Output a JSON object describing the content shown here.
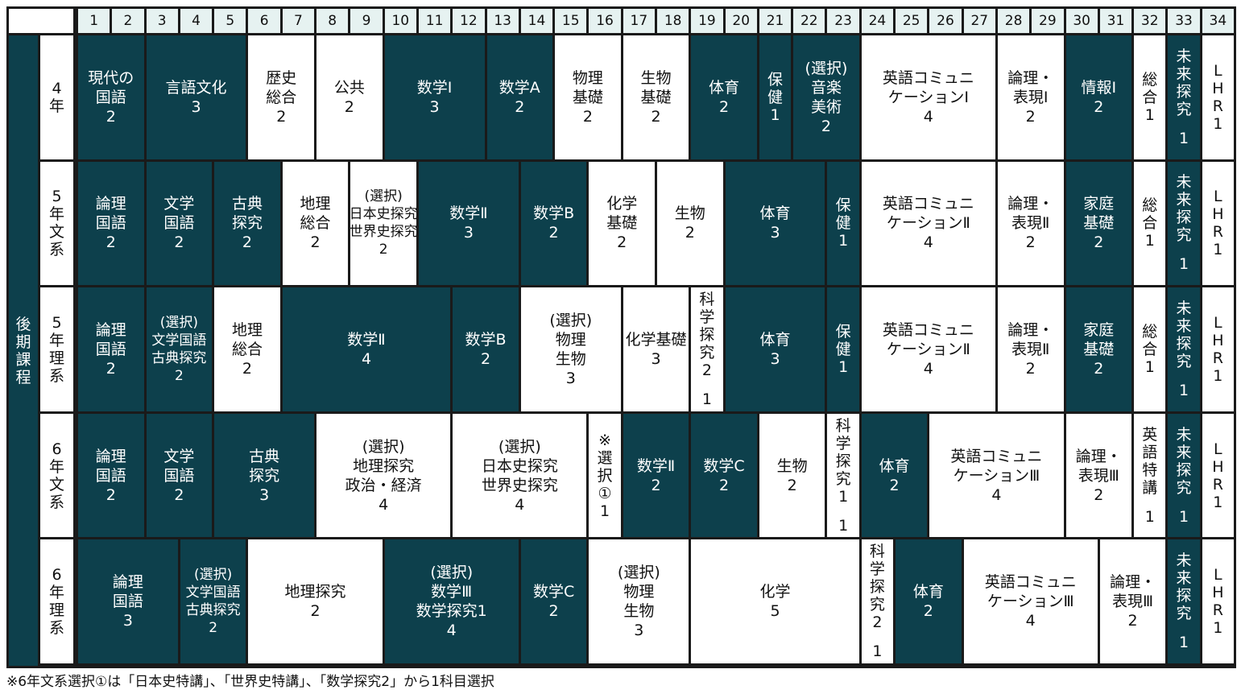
{
  "corner": "",
  "period_numbers": [
    "1",
    "2",
    "3",
    "4",
    "5",
    "6",
    "7",
    "8",
    "9",
    "10",
    "11",
    "12",
    "13",
    "14",
    "15",
    "16",
    "17",
    "18",
    "19",
    "20",
    "21",
    "22",
    "23",
    "24",
    "25",
    "26",
    "27",
    "28",
    "29",
    "30",
    "31",
    "32",
    "33",
    "34"
  ],
  "side_label": [
    "後",
    "期",
    "課",
    "程"
  ],
  "rows": [
    {
      "label": [
        "4",
        "年"
      ],
      "cells": [
        {
          "span": [
            1,
            2
          ],
          "dark": true,
          "lines": [
            "現代の",
            "国語",
            "2"
          ]
        },
        {
          "span": [
            3,
            5
          ],
          "dark": true,
          "lines": [
            "言語文化",
            "3"
          ]
        },
        {
          "span": [
            6,
            7
          ],
          "dark": false,
          "lines": [
            "歴史",
            "総合",
            "2"
          ]
        },
        {
          "span": [
            8,
            9
          ],
          "dark": false,
          "lines": [
            "公共",
            "2"
          ]
        },
        {
          "span": [
            10,
            12
          ],
          "dark": true,
          "lines": [
            "数学Ⅰ",
            "3"
          ]
        },
        {
          "span": [
            13,
            14
          ],
          "dark": true,
          "lines": [
            "数学A",
            "2"
          ]
        },
        {
          "span": [
            15,
            16
          ],
          "dark": false,
          "lines": [
            "物理",
            "基礎",
            "2"
          ]
        },
        {
          "span": [
            17,
            18
          ],
          "dark": false,
          "lines": [
            "生物",
            "基礎",
            "2"
          ]
        },
        {
          "span": [
            19,
            20
          ],
          "dark": true,
          "lines": [
            "体育",
            "2"
          ]
        },
        {
          "span": [
            21,
            21
          ],
          "dark": true,
          "lines": [
            "保",
            "健",
            "1"
          ]
        },
        {
          "span": [
            22,
            23
          ],
          "dark": true,
          "lines": [
            "(選択)",
            "音楽",
            "美術",
            "2"
          ]
        },
        {
          "span": [
            24,
            27
          ],
          "dark": false,
          "lines": [
            "英語コミュニ",
            "ケーションⅠ",
            "4"
          ]
        },
        {
          "span": [
            28,
            29
          ],
          "dark": false,
          "lines": [
            "論理・",
            "表現Ⅰ",
            "2"
          ]
        },
        {
          "span": [
            30,
            31
          ],
          "dark": true,
          "lines": [
            "情報Ⅰ",
            "2"
          ]
        },
        {
          "span": [
            32,
            32
          ],
          "dark": false,
          "lines": [
            "総",
            "合",
            "1"
          ]
        },
        {
          "span": [
            33,
            33
          ],
          "dark": true,
          "lines": [
            "未",
            "来",
            "探",
            "究",
            "",
            "1"
          ]
        },
        {
          "span": [
            34,
            34
          ],
          "dark": false,
          "lines": [
            "L",
            "H",
            "R",
            "1"
          ]
        }
      ]
    },
    {
      "label": [
        "5",
        "年",
        "文",
        "系"
      ],
      "cells": [
        {
          "span": [
            1,
            2
          ],
          "dark": true,
          "lines": [
            "論理",
            "国語",
            "2"
          ]
        },
        {
          "span": [
            3,
            4
          ],
          "dark": true,
          "lines": [
            "文学",
            "国語",
            "2"
          ]
        },
        {
          "span": [
            5,
            6
          ],
          "dark": true,
          "lines": [
            "古典",
            "探究",
            "2"
          ]
        },
        {
          "span": [
            7,
            8
          ],
          "dark": false,
          "lines": [
            "地理",
            "総合",
            "2"
          ]
        },
        {
          "span": [
            9,
            10
          ],
          "dark": false,
          "small": true,
          "lines": [
            "(選択)",
            "日本史探究",
            "世界史探究",
            "2"
          ]
        },
        {
          "span": [
            11,
            13
          ],
          "dark": true,
          "lines": [
            "数学Ⅱ",
            "3"
          ]
        },
        {
          "span": [
            14,
            15
          ],
          "dark": true,
          "lines": [
            "数学B",
            "2"
          ]
        },
        {
          "span": [
            16,
            17
          ],
          "dark": false,
          "lines": [
            "化学",
            "基礎",
            "2"
          ]
        },
        {
          "span": [
            18,
            19
          ],
          "dark": false,
          "lines": [
            "生物",
            "2"
          ]
        },
        {
          "span": [
            20,
            22
          ],
          "dark": true,
          "lines": [
            "体育",
            "3"
          ]
        },
        {
          "span": [
            23,
            23
          ],
          "dark": true,
          "lines": [
            "保",
            "健",
            "1"
          ]
        },
        {
          "span": [
            24,
            27
          ],
          "dark": false,
          "lines": [
            "英語コミュニ",
            "ケーションⅡ",
            "4"
          ]
        },
        {
          "span": [
            28,
            29
          ],
          "dark": false,
          "lines": [
            "論理・",
            "表現Ⅱ",
            "2"
          ]
        },
        {
          "span": [
            30,
            31
          ],
          "dark": true,
          "lines": [
            "家庭",
            "基礎",
            "2"
          ]
        },
        {
          "span": [
            32,
            32
          ],
          "dark": false,
          "lines": [
            "総",
            "合",
            "1"
          ]
        },
        {
          "span": [
            33,
            33
          ],
          "dark": true,
          "lines": [
            "未",
            "来",
            "探",
            "究",
            "",
            "1"
          ]
        },
        {
          "span": [
            34,
            34
          ],
          "dark": false,
          "lines": [
            "L",
            "H",
            "R",
            "1"
          ]
        }
      ]
    },
    {
      "label": [
        "5",
        "年",
        "理",
        "系"
      ],
      "cells": [
        {
          "span": [
            1,
            2
          ],
          "dark": true,
          "lines": [
            "論理",
            "国語",
            "2"
          ]
        },
        {
          "span": [
            3,
            4
          ],
          "dark": true,
          "small": true,
          "lines": [
            "(選択)",
            "文学国語",
            "古典探究",
            "2"
          ]
        },
        {
          "span": [
            5,
            6
          ],
          "dark": false,
          "lines": [
            "地理",
            "総合",
            "2"
          ]
        },
        {
          "span": [
            7,
            11
          ],
          "dark": true,
          "lines": [
            "数学Ⅱ",
            "4"
          ]
        },
        {
          "span": [
            12,
            13
          ],
          "dark": true,
          "lines": [
            "数学B",
            "2"
          ]
        },
        {
          "span": [
            14,
            16
          ],
          "dark": false,
          "lines": [
            "(選択)",
            "物理",
            "生物",
            "3"
          ]
        },
        {
          "span": [
            17,
            18
          ],
          "dark": false,
          "lines": [
            "化学基礎",
            "3"
          ]
        },
        {
          "span": [
            19,
            19
          ],
          "dark": false,
          "lines": [
            "科",
            "学",
            "探",
            "究",
            "2",
            "",
            "1"
          ]
        },
        {
          "span": [
            20,
            22
          ],
          "dark": true,
          "lines": [
            "体育",
            "3"
          ]
        },
        {
          "span": [
            23,
            23
          ],
          "dark": true,
          "lines": [
            "保",
            "健",
            "1"
          ]
        },
        {
          "span": [
            24,
            27
          ],
          "dark": false,
          "lines": [
            "英語コミュニ",
            "ケーションⅡ",
            "4"
          ]
        },
        {
          "span": [
            28,
            29
          ],
          "dark": false,
          "lines": [
            "論理・",
            "表現Ⅱ",
            "2"
          ]
        },
        {
          "span": [
            30,
            31
          ],
          "dark": true,
          "lines": [
            "家庭",
            "基礎",
            "2"
          ]
        },
        {
          "span": [
            32,
            32
          ],
          "dark": false,
          "lines": [
            "総",
            "合",
            "1"
          ]
        },
        {
          "span": [
            33,
            33
          ],
          "dark": true,
          "lines": [
            "未",
            "来",
            "探",
            "究",
            "",
            "1"
          ]
        },
        {
          "span": [
            34,
            34
          ],
          "dark": false,
          "lines": [
            "L",
            "H",
            "R",
            "1"
          ]
        }
      ]
    },
    {
      "label": [
        "6",
        "年",
        "文",
        "系"
      ],
      "cells": [
        {
          "span": [
            1,
            2
          ],
          "dark": true,
          "lines": [
            "論理",
            "国語",
            "2"
          ]
        },
        {
          "span": [
            3,
            4
          ],
          "dark": true,
          "lines": [
            "文学",
            "国語",
            "2"
          ]
        },
        {
          "span": [
            5,
            7
          ],
          "dark": true,
          "lines": [
            "古典",
            "探究",
            "3"
          ]
        },
        {
          "span": [
            8,
            11
          ],
          "dark": false,
          "lines": [
            "(選択)",
            "地理探究",
            "政治・経済",
            "4"
          ]
        },
        {
          "span": [
            12,
            15
          ],
          "dark": false,
          "lines": [
            "(選択)",
            "日本史探究",
            "世界史探究",
            "4"
          ]
        },
        {
          "span": [
            16,
            16
          ],
          "dark": false,
          "lines": [
            "※",
            "選",
            "択",
            "①",
            "1"
          ]
        },
        {
          "span": [
            17,
            18
          ],
          "dark": true,
          "lines": [
            "数学Ⅱ",
            "2"
          ]
        },
        {
          "span": [
            19,
            20
          ],
          "dark": true,
          "lines": [
            "数学C",
            "2"
          ]
        },
        {
          "span": [
            21,
            22
          ],
          "dark": false,
          "lines": [
            "生物",
            "2"
          ]
        },
        {
          "span": [
            23,
            23
          ],
          "dark": false,
          "lines": [
            "科",
            "学",
            "探",
            "究",
            "1",
            "",
            "1"
          ]
        },
        {
          "span": [
            24,
            25
          ],
          "dark": true,
          "lines": [
            "体育",
            "2"
          ]
        },
        {
          "span": [
            26,
            29
          ],
          "dark": false,
          "lines": [
            "英語コミュニ",
            "ケーションⅢ",
            "4"
          ]
        },
        {
          "span": [
            30,
            31
          ],
          "dark": false,
          "lines": [
            "論理・",
            "表現Ⅲ",
            "2"
          ]
        },
        {
          "span": [
            32,
            32
          ],
          "dark": false,
          "lines": [
            "英",
            "語",
            "特",
            "講",
            "",
            "1"
          ]
        },
        {
          "span": [
            33,
            33
          ],
          "dark": true,
          "lines": [
            "未",
            "来",
            "探",
            "究",
            "",
            "1"
          ]
        },
        {
          "span": [
            34,
            34
          ],
          "dark": false,
          "lines": [
            "L",
            "H",
            "R",
            "1"
          ]
        }
      ]
    },
    {
      "label": [
        "6",
        "年",
        "理",
        "系"
      ],
      "cells": [
        {
          "span": [
            1,
            3
          ],
          "dark": true,
          "lines": [
            "論理",
            "国語",
            "3"
          ]
        },
        {
          "span": [
            4,
            5
          ],
          "dark": true,
          "small": true,
          "lines": [
            "(選択)",
            "文学国語",
            "古典探究",
            "2"
          ]
        },
        {
          "span": [
            6,
            9
          ],
          "dark": false,
          "lines": [
            "地理探究",
            "2"
          ]
        },
        {
          "span": [
            10,
            13
          ],
          "dark": true,
          "lines": [
            "(選択)",
            "数学Ⅲ",
            "数学探究1",
            "4"
          ]
        },
        {
          "span": [
            14,
            15
          ],
          "dark": true,
          "lines": [
            "数学C",
            "2"
          ]
        },
        {
          "span": [
            16,
            18
          ],
          "dark": false,
          "lines": [
            "(選択)",
            "物理",
            "生物",
            "3"
          ]
        },
        {
          "span": [
            19,
            23
          ],
          "dark": false,
          "lines": [
            "化学",
            "5"
          ]
        },
        {
          "span": [
            24,
            24
          ],
          "dark": false,
          "lines": [
            "科",
            "学",
            "探",
            "究",
            "2",
            "",
            "1"
          ]
        },
        {
          "span": [
            25,
            26
          ],
          "dark": true,
          "lines": [
            "体育",
            "2"
          ]
        },
        {
          "span": [
            27,
            30
          ],
          "dark": false,
          "lines": [
            "英語コミュニ",
            "ケーションⅢ",
            "4"
          ]
        },
        {
          "span": [
            31,
            32
          ],
          "dark": false,
          "lines": [
            "論理・",
            "表現Ⅲ",
            "2"
          ]
        },
        {
          "span": [
            33,
            33
          ],
          "dark": true,
          "lines": [
            "未",
            "来",
            "探",
            "究",
            "",
            "1"
          ]
        },
        {
          "span": [
            34,
            34
          ],
          "dark": false,
          "lines": [
            "L",
            "H",
            "R",
            "1"
          ]
        }
      ]
    }
  ],
  "footnote": "※6年文系選択①は「日本史特講」、「世界史特講」、「数学探究2」から1科目選択"
}
